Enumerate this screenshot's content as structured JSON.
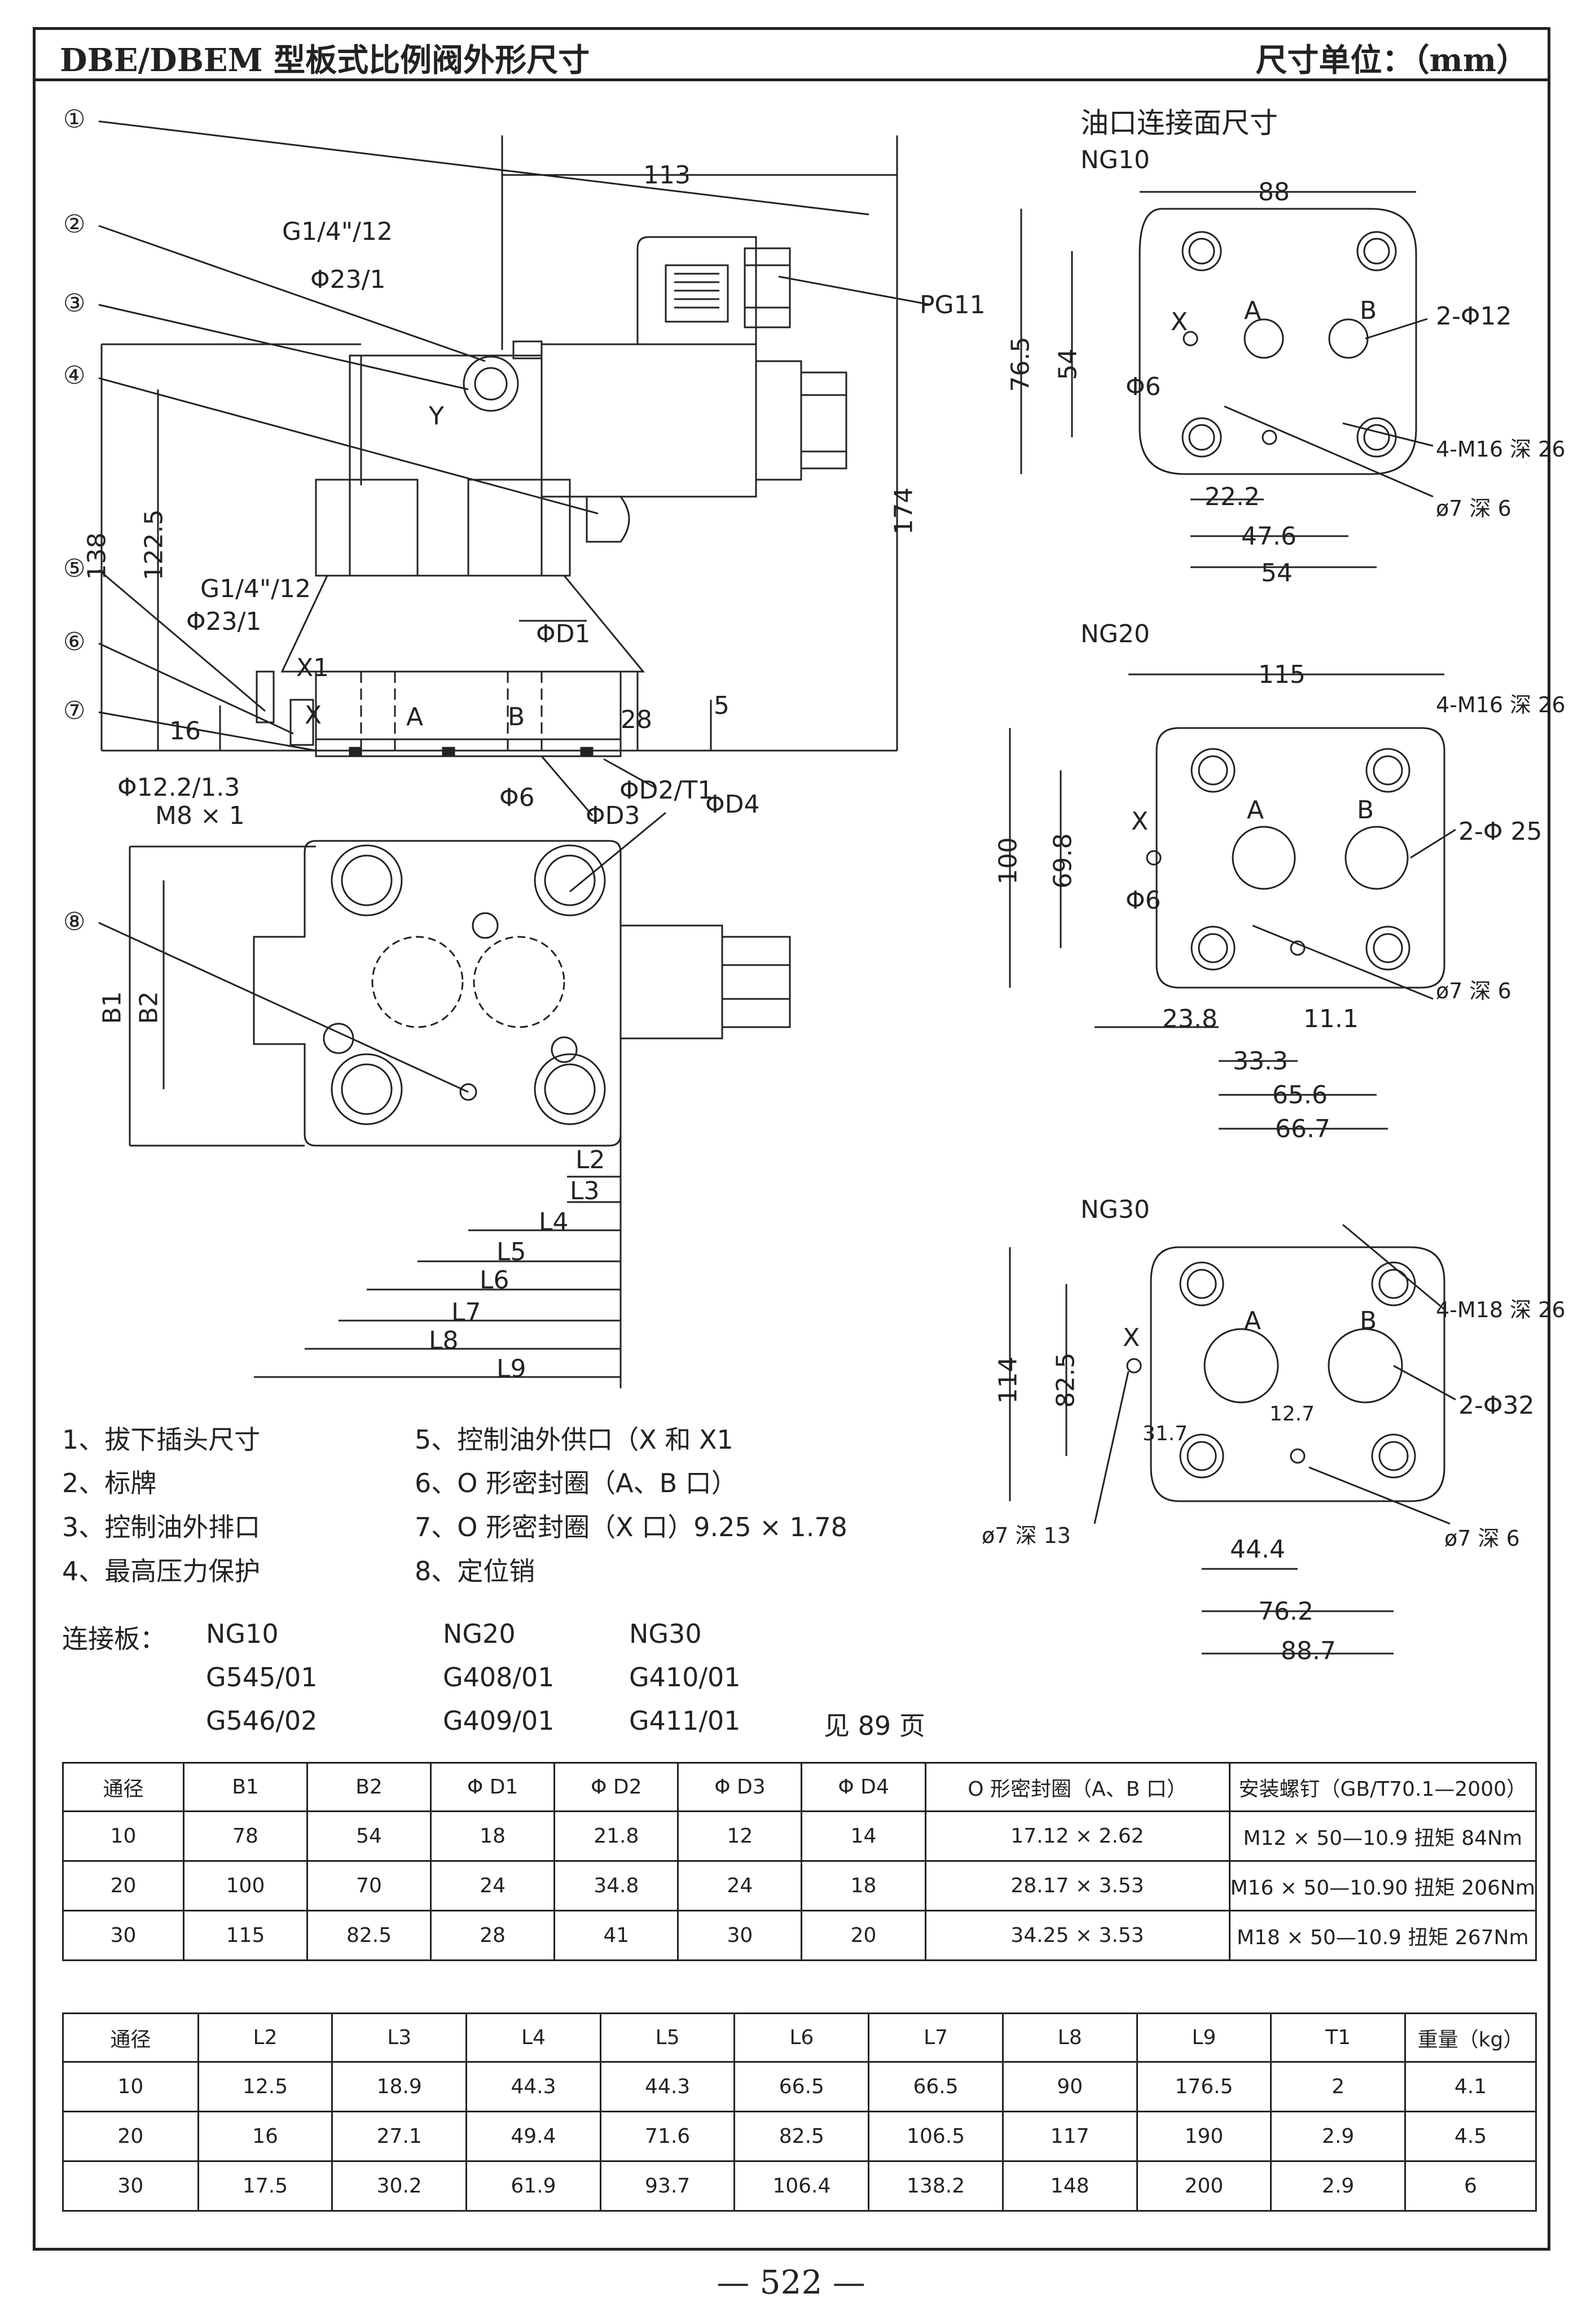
{
  "header": {
    "title": "DBE/DBEM 型板式比例阀外形尺寸",
    "unit": "尺寸单位：（mm）"
  },
  "drawing": {
    "callouts": [
      "①",
      "②",
      "③",
      "④",
      "⑤",
      "⑥",
      "⑦",
      "⑧"
    ],
    "dims": {
      "d113": "113",
      "g14a": "G1/4\"/12",
      "phi23a": "Φ23/1",
      "pg11": "PG11",
      "y": "Y",
      "d138": "138",
      "d1225": "122.5",
      "d174": "174",
      "g14b": "G1/4\"/12",
      "phi23b": "Φ23/1",
      "x1": "X1",
      "x": "X",
      "d16": "16",
      "phid1": "ΦD1",
      "a": "A",
      "b": "B",
      "d28": "28",
      "d5": "5",
      "phi122": "Φ12.2/1.3",
      "m8": "M8 × 1",
      "phi6": "Φ6",
      "phid2": "ΦD2/T1",
      "phid3": "ΦD3",
      "phid4": "ΦD4",
      "b1": "B1",
      "b2": "B2",
      "l2": "L2",
      "l3": "L3",
      "l4": "L4",
      "l5": "L5",
      "l6": "L6",
      "l7": "L7",
      "l8": "L8",
      "l9": "L9"
    }
  },
  "interface": {
    "heading": "油口连接面尺寸",
    "ng10": {
      "name": "NG10",
      "d88": "88",
      "d765": "76.5",
      "d54v": "54",
      "phi6": "Φ6",
      "x": "X",
      "a": "A",
      "b": "B",
      "phi12": "2-Φ12",
      "m16": "4-M16 深 26",
      "phi7": "ø7 深 6",
      "d222": "22.2",
      "d476": "47.6",
      "d54": "54"
    },
    "ng20": {
      "name": "NG20",
      "d115": "115",
      "m16": "4-M16 深 26",
      "d100": "100",
      "d698": "69.8",
      "phi6": "Φ6",
      "x": "X",
      "a": "A",
      "b": "B",
      "phi25": "2-Φ 25",
      "phi7": "ø7 深 6",
      "d238": "23.8",
      "d111": "11.1",
      "d333": "33.3",
      "d656": "65.6",
      "d667": "66.7"
    },
    "ng30": {
      "name": "NG30",
      "m18": "4-M18 深 26",
      "d114": "114",
      "d825": "82.5",
      "x": "X",
      "a": "A",
      "b": "B",
      "d317": "31.7",
      "d127": "12.7",
      "phi32": "2-Φ32",
      "phi7a": "ø7 深 13",
      "phi7b": "ø7 深 6",
      "d444": "44.4",
      "d762": "76.2",
      "d887": "88.7"
    }
  },
  "notes": {
    "left": [
      "1、拔下插头尺寸",
      "2、标牌",
      "3、控制油外排口",
      "4、最高压力保护"
    ],
    "right": [
      "5、控制油外供口（X 和 X1",
      "6、O 形密封圈（A、B 口）",
      "7、O 形密封圈（X 口）9.25 × 1.78",
      "8、定位销"
    ]
  },
  "plates": {
    "label": "连接板：",
    "cols": [
      [
        "NG10",
        "G545/01",
        "G546/02"
      ],
      [
        "NG20",
        "G408/01",
        "G409/01"
      ],
      [
        "NG30",
        "G410/01",
        "G411/01"
      ]
    ],
    "see": "见 89 页"
  },
  "table1": {
    "headers": [
      "通径",
      "B1",
      "B2",
      "Φ D1",
      "Φ D2",
      "Φ D3",
      "Φ D4",
      "O 形密封圈（A、B 口）",
      "安装螺钉（GB/T70.1—2000）"
    ],
    "rows": [
      [
        "10",
        "78",
        "54",
        "18",
        "21.8",
        "12",
        "14",
        "17.12 × 2.62",
        "M12 × 50—10.9 扭矩 84Nm"
      ],
      [
        "20",
        "100",
        "70",
        "24",
        "34.8",
        "24",
        "18",
        "28.17 × 3.53",
        "M16 × 50—10.90 扭矩 206Nm"
      ],
      [
        "30",
        "115",
        "82.5",
        "28",
        "41",
        "30",
        "20",
        "34.25 × 3.53",
        "M18 × 50—10.9 扭矩 267Nm"
      ]
    ]
  },
  "table2": {
    "headers": [
      "通径",
      "L2",
      "L3",
      "L4",
      "L5",
      "L6",
      "L7",
      "L8",
      "L9",
      "T1",
      "重量（kg）"
    ],
    "rows": [
      [
        "10",
        "12.5",
        "18.9",
        "44.3",
        "44.3",
        "66.5",
        "66.5",
        "90",
        "176.5",
        "2",
        "4.1"
      ],
      [
        "20",
        "16",
        "27.1",
        "49.4",
        "71.6",
        "82.5",
        "106.5",
        "117",
        "190",
        "2.9",
        "4.5"
      ],
      [
        "30",
        "17.5",
        "30.2",
        "61.9",
        "93.7",
        "106.4",
        "138.2",
        "148",
        "200",
        "2.9",
        "6"
      ]
    ]
  },
  "page_number": "— 522 —"
}
